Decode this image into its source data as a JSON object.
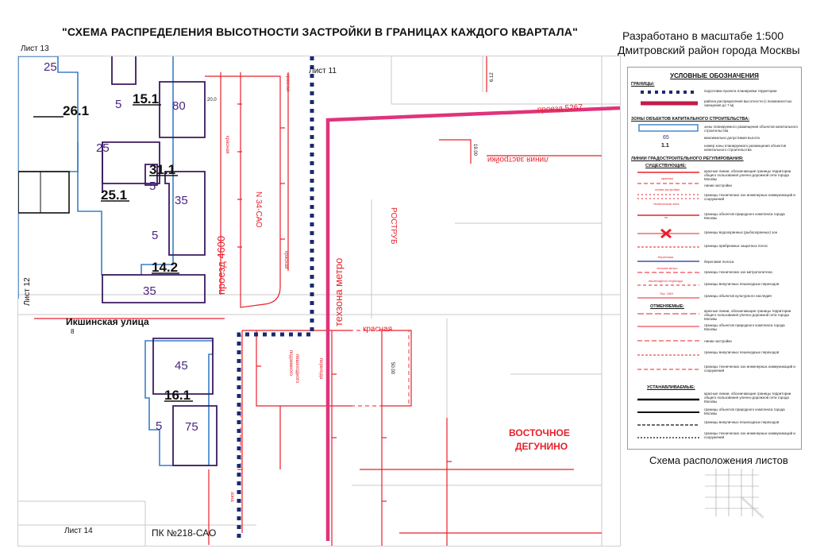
{
  "header": {
    "title": "\"СХЕМА РАСПРЕДЕЛЕНИЯ ВЫСОТНОСТИ ЗАСТРОЙКИ В ГРАНИЦАХ КАЖДОГО КВАРТАЛА\"",
    "scale": "Разработано в масштабе 1:500",
    "district": "Дмитровский район города Москвы",
    "sheet": "Лист 13"
  },
  "map": {
    "sheet_refs": {
      "top": "Лист 11",
      "left": "Лист 12",
      "bottom": "Лист 14"
    },
    "blocks": [
      {
        "id": "26.1"
      },
      {
        "id": "15.1"
      },
      {
        "id": "31.1"
      },
      {
        "id": "25.1"
      },
      {
        "id": "14.2"
      },
      {
        "id": "16.1"
      }
    ],
    "heights": [
      "25",
      "5",
      "80",
      "25",
      "5",
      "35",
      "5",
      "35",
      "45",
      "5",
      "75"
    ],
    "streets": {
      "ikshinskaya": "Икшинская улица",
      "proezd_4600": "проезд 4600",
      "techzone": "техзона метро",
      "proezd_5267": "проезд 5267",
      "n34": "N 34-САО",
      "rostrub": "РОСТРУБ",
      "pk": "ПК №218-САО"
    },
    "small_labels": {
      "dim_20": "20.0",
      "dim_8": "8",
      "dim_612": "6.12",
      "dim_1900": "19.00",
      "dim_5000": "50.00",
      "krasnaya_1": "красная",
      "krasnaya_2": "красная",
      "krasnaya_3": "красная",
      "krasnaya_4": "красная",
      "zastroyka": "линия застройки",
      "pesh": "пешеходного",
      "perehoda": "перехода",
      "podzemn": "подземного",
      "zone": "зона"
    },
    "district_label_1": "ВОСТОЧНОЕ",
    "district_label_2": "ДЕГУНИНО"
  },
  "legend": {
    "title": "УСЛОВНЫЕ ОБОЗНАЧЕНИЯ",
    "sections": {
      "borders": "ГРАНИЦЫ:",
      "zones": "ЗОНЫ ОБЪЕКТОВ КАПИТАЛЬНОГО СТРОИТЕЛЬСТВА:",
      "lines": "ЛИНИИ ГРАДОСТРОИТЕЛЬНОГО РЕГУЛИРОВАНИЯ:",
      "existing": "СУЩЕСТВУЮЩИЕ:",
      "cancelled": "ОТМЕНЯЕМЫЕ:",
      "established": "УСТАНАВЛИВАЕМЫЕ:"
    },
    "items": {
      "b1": "подготовки проекта планировки территории",
      "b2": "района распределения высотности (с возможностью смещения до 7 м)",
      "z1": "зоны планируемого размещения объектов капитального строительства",
      "z2num": "65",
      "z2": "максимально допустимая высота",
      "z3num": "1.1",
      "z3": "номер зоны планируемого размещения объектов капитального строительства",
      "e1": "красные линии, обозначающие границы территории общего пользования улично-дорожной сети города Москвы",
      "e2": "линии застройки",
      "e3": "границы технических зон инженерных коммуникаций и сооружений",
      "e4": "границы объектов природного комплекса города Москвы",
      "e5": "границы водоохранных (рыбоохранных) зон",
      "e6": "границы прибрежных защитных полос",
      "e7": "береговая полоса",
      "e8": "границы технических зон метрополитена",
      "e9": "границы внеуличных пешеходных переходов",
      "e10": "границы объектов культурного наследия",
      "c1": "красные линии, обозначающие границы территории общего пользования улично-дорожной сети города Москвы",
      "c2": "границы объектов природного комплекса города Москвы",
      "c3": "линии застройки",
      "c4": "границы внеуличных пешеходных переходов",
      "c5": "границы технических зон инженерных коммуникаций и сооружений",
      "s1": "красные линии, обозначающие границы территории общего пользования улично-дорожной сети города Москвы",
      "s2": "границы объектов природного комплекса города Москвы",
      "s3": "границы внеуличных пешеходных переходов",
      "s4": "границы технических зон инженерных коммуникаций и сооружений"
    },
    "mini": {
      "red": "красная",
      "zastr": "линия застройки",
      "tech": "техническая зона",
      "pk": "пк",
      "bereg": "береговая",
      "metro": "техзона метро",
      "pesh": "пешеходного перехода",
      "okn": "Тер. ОКН"
    }
  },
  "sheet_index": {
    "title": "Схема расположения листов"
  },
  "colors": {
    "red_line": "#e8202a",
    "pink_line": "#e0337a",
    "blue_zone": "#3a7fc8",
    "purple_block": "#3b1a5e",
    "navy_dots": "#1a2a6e",
    "text_purple": "#4a2680"
  }
}
